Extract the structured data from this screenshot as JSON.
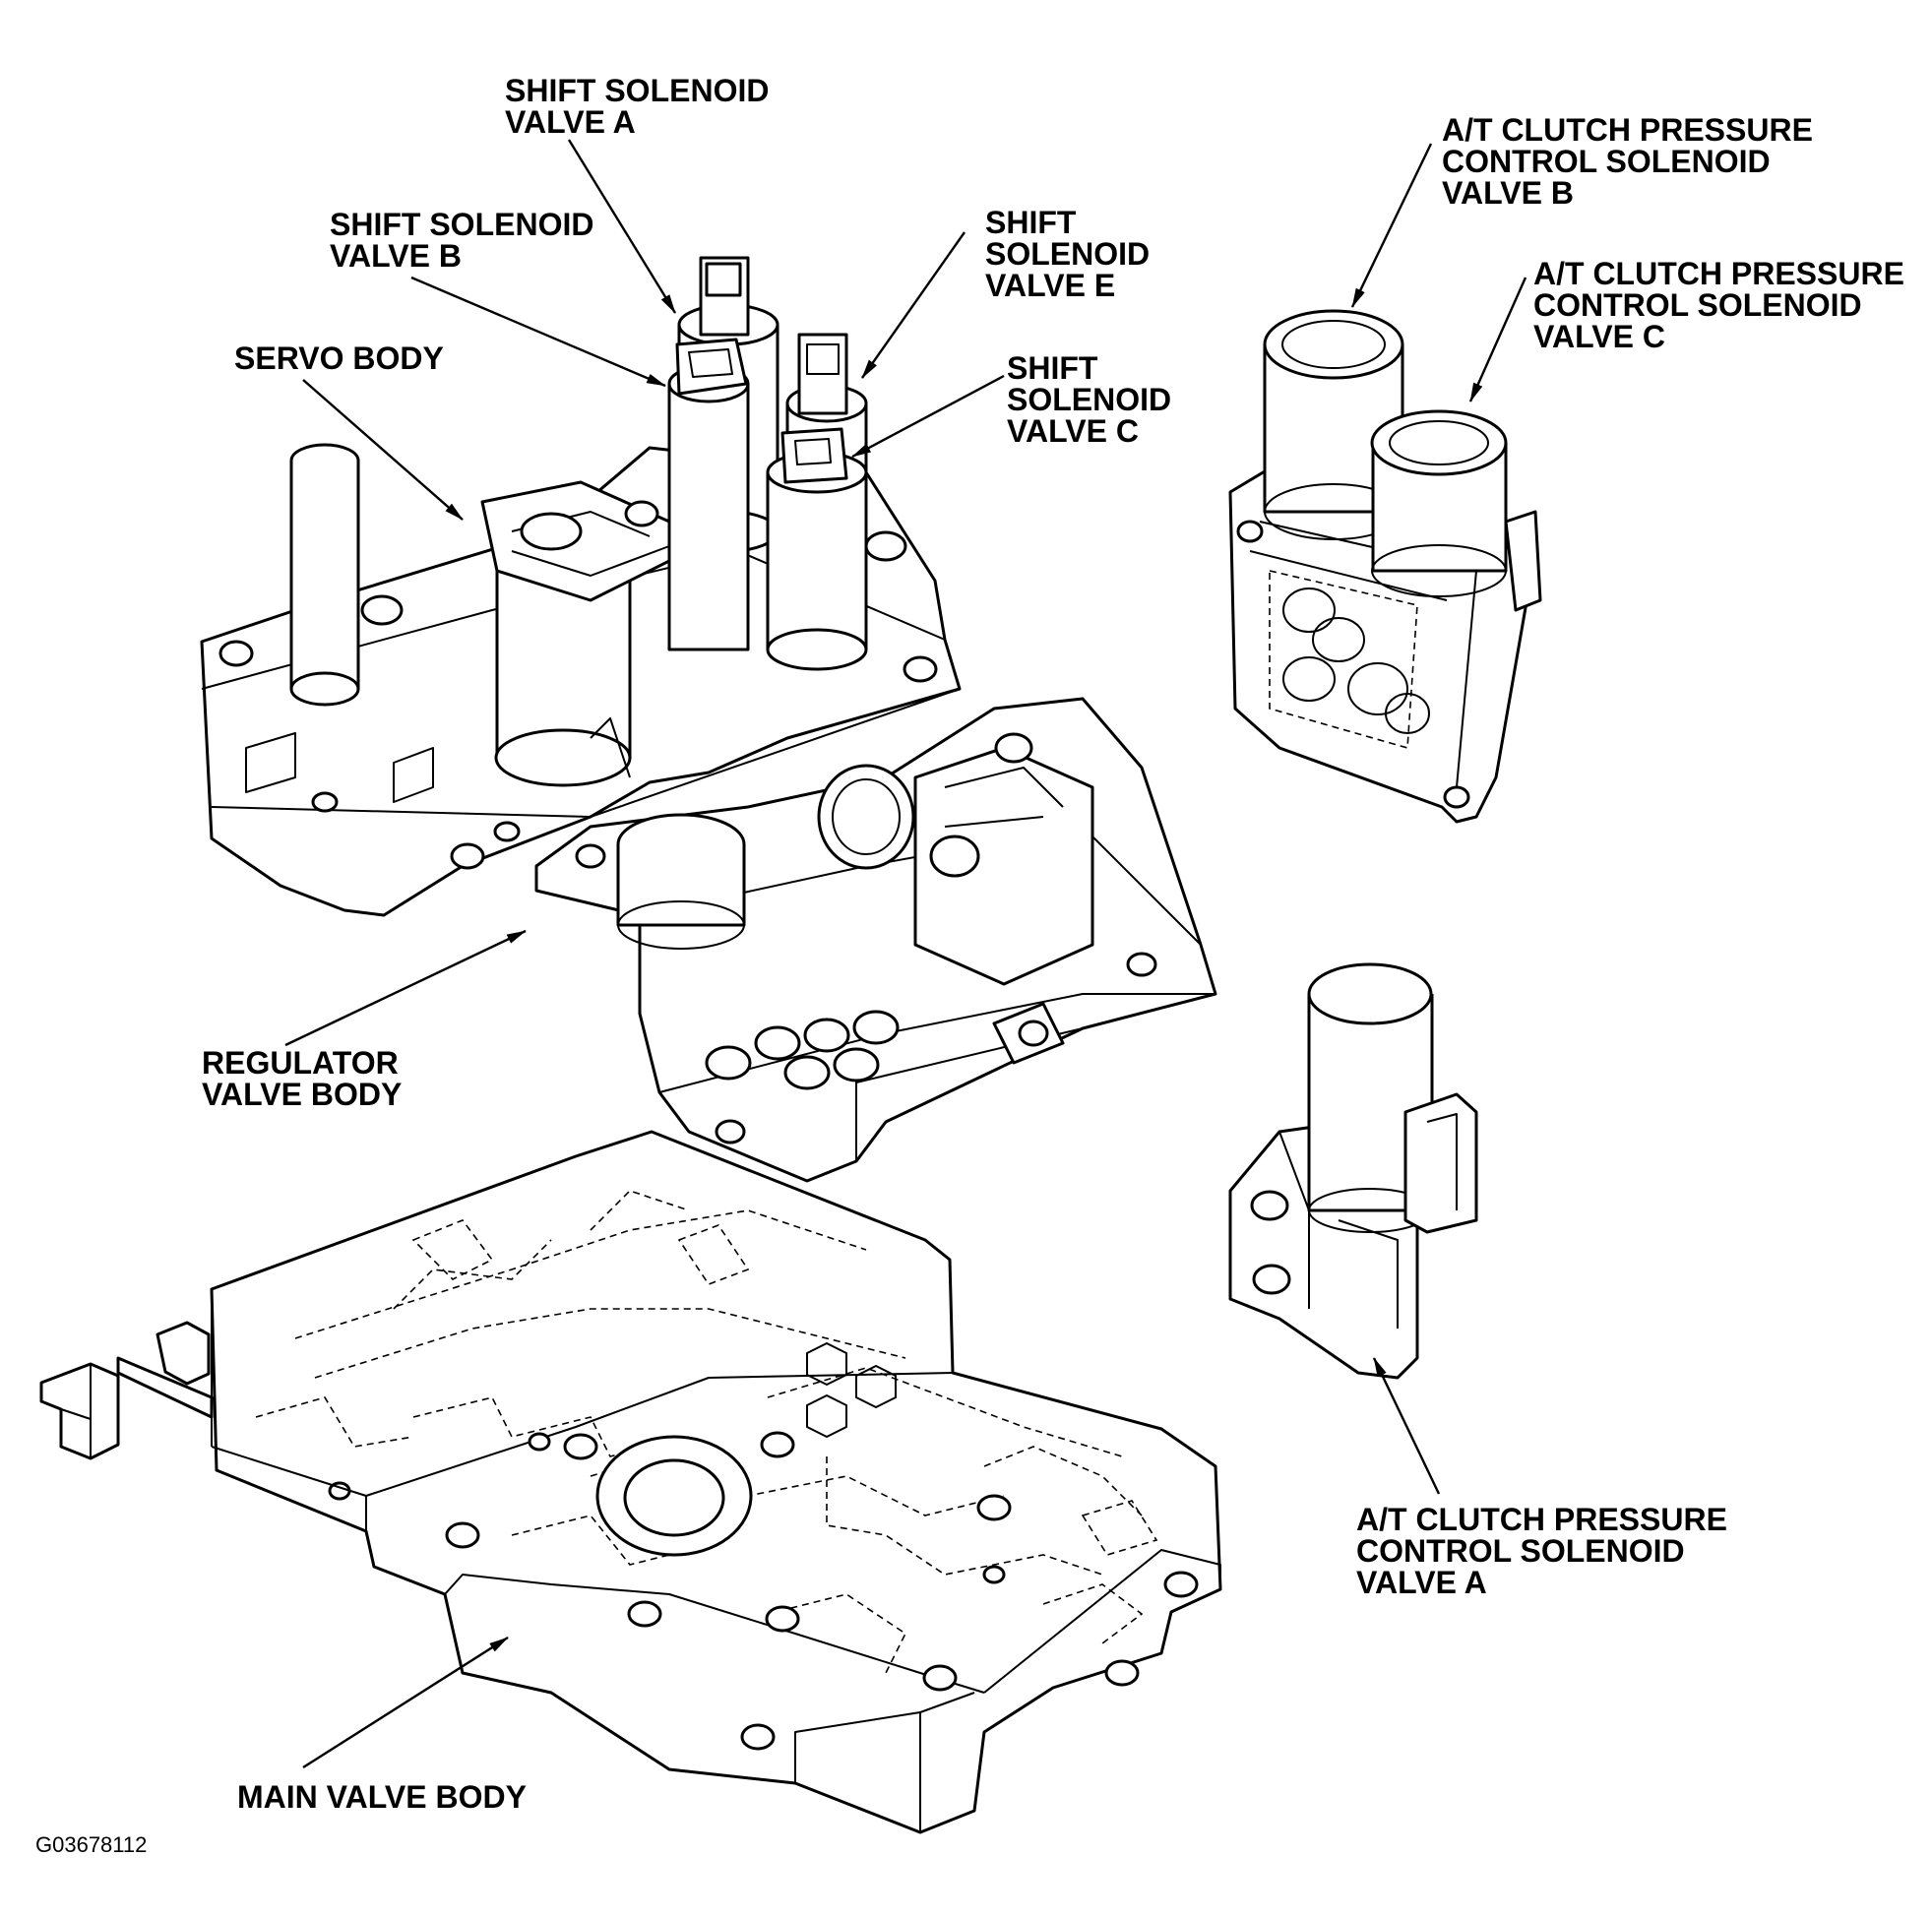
{
  "labels": {
    "shift_a": [
      "SHIFT SOLENOID",
      "VALVE A"
    ],
    "shift_b": [
      "SHIFT SOLENOID",
      "VALVE B"
    ],
    "shift_e": [
      "SHIFT",
      "SOLENOID",
      "VALVE E"
    ],
    "shift_c": [
      "SHIFT",
      "SOLENOID",
      "VALVE C"
    ],
    "servo": [
      "SERVO BODY"
    ],
    "at_b": [
      "A/T CLUTCH PRESSURE",
      "CONTROL SOLENOID",
      "VALVE B"
    ],
    "at_c": [
      "A/T CLUTCH PRESSURE",
      "CONTROL SOLENOID",
      "VALVE C"
    ],
    "regulator": [
      "REGULATOR",
      "VALVE BODY"
    ],
    "at_a": [
      "A/T CLUTCH PRESSURE",
      "CONTROL SOLENOID",
      "VALVE A"
    ],
    "main": [
      "MAIN VALVE BODY"
    ]
  },
  "figure_id": "G03678112"
}
